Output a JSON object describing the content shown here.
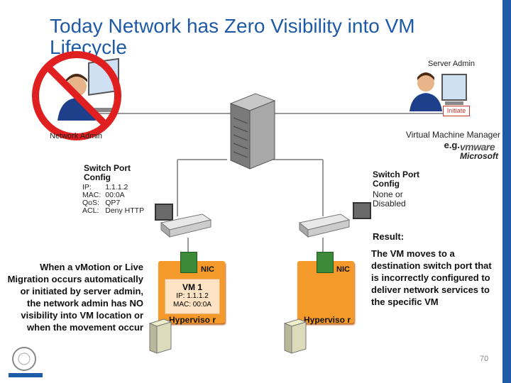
{
  "title": "Today Network has Zero Visibility into VM Lifecycle",
  "actors": {
    "server_admin": "Server Admin",
    "network_admin": "Network Admin",
    "initiate": "Initiate"
  },
  "vm_manager": {
    "label": "Virtual Machine Manager",
    "eg": "e.g.",
    "vendors": [
      "vmware",
      "Microsoft"
    ]
  },
  "left_port": {
    "title": "Switch Port Config",
    "rows": [
      {
        "key": "IP:",
        "value": "1.1.1.2"
      },
      {
        "key": "MAC:",
        "value": "00:0A"
      },
      {
        "key": "QoS:",
        "value": "QP7"
      },
      {
        "key": "ACL:",
        "value": "Deny HTTP"
      }
    ]
  },
  "right_port": {
    "title": "Switch Port Config",
    "lines": [
      "None or",
      "Disabled"
    ]
  },
  "left_text": "When a vMotion or Live Migration occurs automatically or initiated by server admin, the network admin has NO visibility into VM location or when the movement occur",
  "result": {
    "title": "Result:",
    "text": "The VM moves to a destination switch port that is incorrectly configured to deliver network services to the specific VM"
  },
  "vm": {
    "title": "VM 1",
    "ip": "IP: 1.1.1.2",
    "mac": "MAC: 00:0A"
  },
  "nic_label": "NIC",
  "hypervisor_label": "Hyperviso r",
  "page_number": "70",
  "colors": {
    "title": "#1f5aa6",
    "hypervisor": "#f39a2a",
    "prohibit": "#e02020"
  }
}
